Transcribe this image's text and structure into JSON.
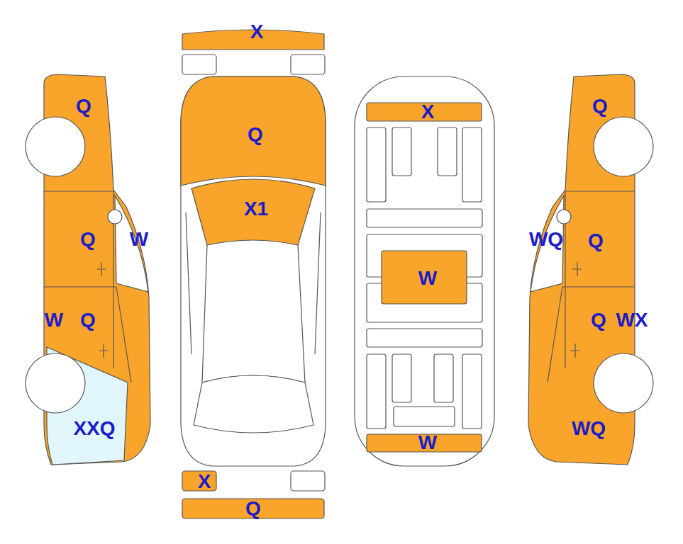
{
  "diagram": {
    "labels": [
      "X",
      "Q",
      "Q",
      "X",
      "Q",
      "X1",
      "Q",
      "W",
      "WQ",
      "Q",
      "W",
      "W",
      "Q",
      "Q",
      "WX",
      "XXQ",
      "WQ",
      "W",
      "X",
      "Q"
    ]
  }
}
